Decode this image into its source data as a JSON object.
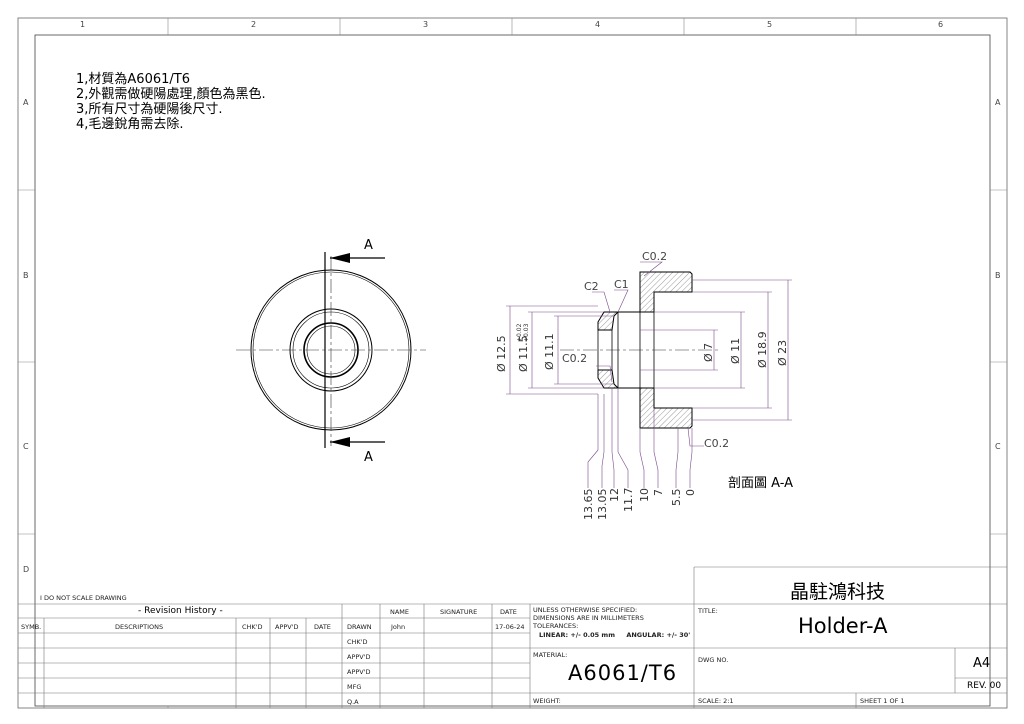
{
  "zones": {
    "columns": [
      "1",
      "2",
      "3",
      "4",
      "5",
      "6"
    ],
    "rows": [
      "A",
      "B",
      "C",
      "D"
    ]
  },
  "notes": [
    "1,材質為A6061/T6",
    "2,外觀需做硬陽處理,顏色為黑色.",
    "3,所有尺寸為硬陽後尺寸.",
    "4,毛邊銳角需去除."
  ],
  "front_view": {
    "section_label_top": "A",
    "section_label_bottom": "A"
  },
  "section_view": {
    "caption": "剖面圖 A-A",
    "chamfers": {
      "c02_top": "C0.2",
      "c2": "C2",
      "c1": "C1",
      "c02_bore": "C0.2",
      "c02_bottom": "C0.2"
    },
    "diameters": {
      "d12_5": "Ø 12.5",
      "d11_5": "Ø 11.5",
      "d11_5_tol_upper": "+0.02",
      "d11_5_tol_lower": "+0.03",
      "d11_1": "Ø 11.1",
      "d7": "Ø 7",
      "d11": "Ø 11",
      "d18_9": "Ø 18.9",
      "d23": "Ø 23"
    },
    "lengths": [
      "13.65",
      "13.05",
      "12",
      "11.7",
      "10",
      "7",
      "5.5",
      "0"
    ]
  },
  "title_block": {
    "do_not_scale": "I DO NOT SCALE DRAWING",
    "revision_history": "- Revision History -",
    "rev_headers": [
      "SYMB.",
      "DESCRIPTIONS",
      "CHK'D",
      "APPV'D",
      "DATE"
    ],
    "sign_headers": [
      "NAME",
      "SIGNATURE",
      "DATE"
    ],
    "sign_rows": [
      {
        "role": "DRAWN",
        "name": "John",
        "date": "17-06-24"
      },
      {
        "role": "CHK'D",
        "name": "",
        "date": ""
      },
      {
        "role": "APPV'D",
        "name": "",
        "date": ""
      },
      {
        "role": "APPV'D",
        "name": "",
        "date": ""
      },
      {
        "role": "MFG",
        "name": "",
        "date": ""
      },
      {
        "role": "Q.A",
        "name": "",
        "date": ""
      }
    ],
    "tolerance_line1": "UNLESS OTHERWISE SPECIFIED:",
    "tolerance_line2": "DIMENSIONS ARE IN MILLIMETERS",
    "tolerance_line3": "TOLERANCES:",
    "linear_label": "LINEAR:",
    "linear_value": "+/- 0.05 mm",
    "angular_label": "ANGULAR:",
    "angular_value": "+/- 30'",
    "material_label": "MATERIAL:",
    "material": "A6061/T6",
    "weight_label": "WEIGHT:",
    "company": "晶駐鴻科技",
    "title_label": "TITLE:",
    "title": "Holder-A",
    "dwg_no_label": "DWG NO.",
    "size": "A4",
    "rev": "REV. 00",
    "scale": "SCALE: 2:1",
    "sheet": "SHEET 1 OF 1"
  }
}
